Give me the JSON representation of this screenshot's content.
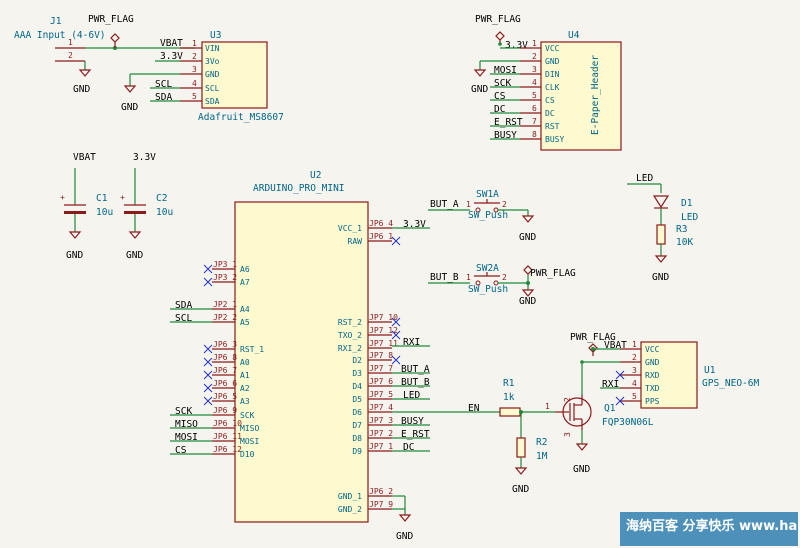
{
  "components": {
    "j1": {
      "ref": "J1",
      "value": "AAA Input (4-6V)",
      "pins": [
        "1",
        "2"
      ]
    },
    "u3": {
      "ref": "U3",
      "value": "Adafruit_MS8607",
      "pins": [
        {
          "num": "1",
          "name": "VIN"
        },
        {
          "num": "2",
          "name": "3Vo"
        },
        {
          "num": "3",
          "name": "GND"
        },
        {
          "num": "4",
          "name": "SCL"
        },
        {
          "num": "5",
          "name": "SDA"
        }
      ]
    },
    "u4": {
      "ref": "U4",
      "value": "E-Paper_Header",
      "pins": [
        {
          "num": "1",
          "name": "VCC"
        },
        {
          "num": "2",
          "name": "GND"
        },
        {
          "num": "3",
          "name": "DIN"
        },
        {
          "num": "4",
          "name": "CLK"
        },
        {
          "num": "5",
          "name": "CS"
        },
        {
          "num": "6",
          "name": "DC"
        },
        {
          "num": "7",
          "name": "RST"
        },
        {
          "num": "8",
          "name": "BUSY"
        }
      ]
    },
    "c1": {
      "ref": "C1",
      "value": "10u"
    },
    "c2": {
      "ref": "C2",
      "value": "10u"
    },
    "u2": {
      "ref": "U2",
      "value": "ARDUINO_PRO_MINI",
      "left_pins": [
        {
          "num": "JP3_1",
          "name": "A6"
        },
        {
          "num": "JP3_2",
          "name": "A7"
        },
        {
          "num": "JP2_1",
          "name": "A4"
        },
        {
          "num": "JP2_2",
          "name": "A5"
        },
        {
          "num": "JP6_3",
          "name": "RST_1"
        },
        {
          "num": "JP6_8",
          "name": "A0"
        },
        {
          "num": "JP6_7",
          "name": "A1"
        },
        {
          "num": "JP6_6",
          "name": "A2"
        },
        {
          "num": "JP6_5",
          "name": "A3"
        },
        {
          "num": "JP6_9",
          "name": "SCK"
        },
        {
          "num": "JP6_10",
          "name": "MISO"
        },
        {
          "num": "JP6_11",
          "name": "MOSI"
        },
        {
          "num": "JP6_12",
          "name": "D10"
        }
      ],
      "right_pins": [
        {
          "num": "JP6_4",
          "name": "VCC_1"
        },
        {
          "num": "JP6_1",
          "name": "RAW"
        },
        {
          "num": "JP7_10",
          "name": "RST_2"
        },
        {
          "num": "JP7_12",
          "name": "TXO_2"
        },
        {
          "num": "JP7_11",
          "name": "RXI_2"
        },
        {
          "num": "JP7_8",
          "name": "D2"
        },
        {
          "num": "JP7_7",
          "name": "D3"
        },
        {
          "num": "JP7_6",
          "name": "D4"
        },
        {
          "num": "JP7_5",
          "name": "D5"
        },
        {
          "num": "JP7_4",
          "name": "D6"
        },
        {
          "num": "JP7_3",
          "name": "D7"
        },
        {
          "num": "JP7_2",
          "name": "D8"
        },
        {
          "num": "JP7_1",
          "name": "D9"
        },
        {
          "num": "JP6_2",
          "name": "GND_1"
        },
        {
          "num": "JP7_9",
          "name": "GND_2"
        }
      ]
    },
    "sw1": {
      "ref": "SW1A",
      "value": "SW_Push",
      "pins": [
        "1",
        "2"
      ]
    },
    "sw2": {
      "ref": "SW2A",
      "value": "SW_Push",
      "pins": [
        "1",
        "2"
      ]
    },
    "d1": {
      "ref": "D1",
      "value": "LED"
    },
    "r3": {
      "ref": "R3",
      "value": "10K"
    },
    "r1": {
      "ref": "R1",
      "value": "1k"
    },
    "r2": {
      "ref": "R2",
      "value": "1M"
    },
    "q1": {
      "ref": "Q1",
      "value": "FQP30N06L",
      "pins": [
        "1",
        "2",
        "3"
      ]
    },
    "u1": {
      "ref": "U1",
      "value": "GPS_NEO-6M",
      "pins": [
        {
          "num": "1",
          "name": "VCC"
        },
        {
          "num": "2",
          "name": "GND"
        },
        {
          "num": "3",
          "name": "RXD"
        },
        {
          "num": "4",
          "name": "TXD"
        },
        {
          "num": "5",
          "name": "PPS"
        }
      ]
    }
  },
  "power": {
    "pwr_flag": "PWR_FLAG",
    "gnd": "GND",
    "vbat": "VBAT",
    "v33": "3.3V"
  },
  "net_labels": {
    "vbat": "VBAT",
    "v33": "3.3V",
    "scl": "SCL",
    "sda": "SDA",
    "mosi": "MOSI",
    "sck": "SCK",
    "cs": "CS",
    "dc": "DC",
    "e_rst": "E_RST",
    "busy": "BUSY",
    "miso": "MISO",
    "rxi": "RXI",
    "but_a": "BUT_A",
    "but_b": "BUT_B",
    "led": "LED",
    "en": "EN"
  },
  "watermark": "海纳百客 分享快乐  www.hainabaike.com"
}
